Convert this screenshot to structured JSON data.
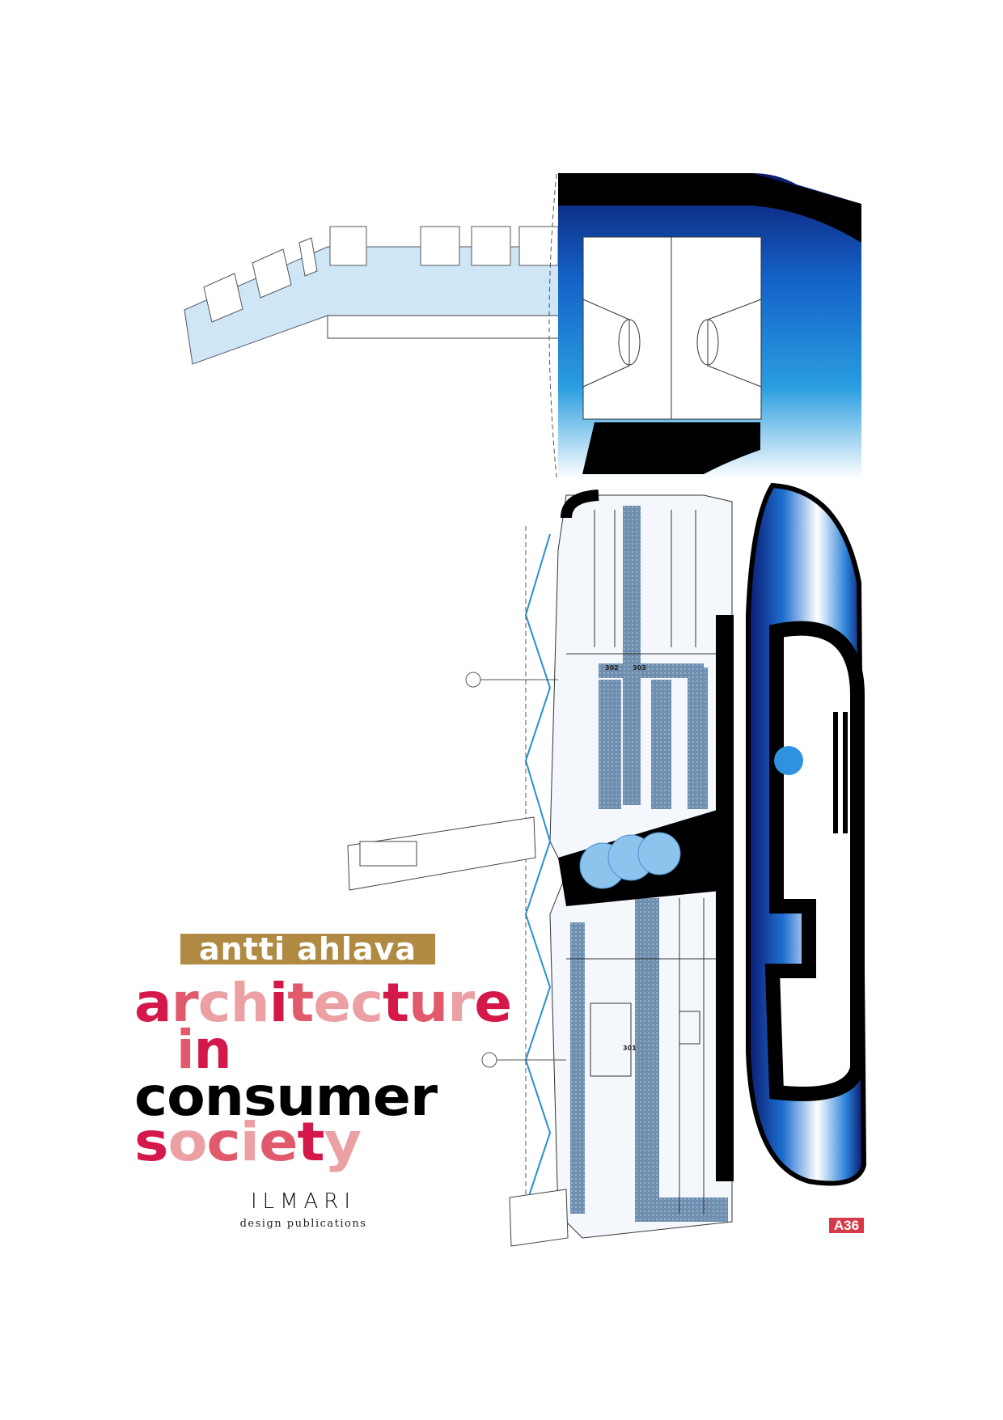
{
  "cover": {
    "author": "antti ahlava",
    "title_lines": [
      "architecture",
      "in",
      "consumer",
      "society"
    ],
    "publisher_logo": "ILMARI",
    "publisher_tagline": "design publications",
    "series_badge": "A36",
    "plan_labels": [
      "302",
      "303",
      "301"
    ]
  },
  "colors": {
    "author_bg": "#b08a42",
    "badge_bg": "#d63a48",
    "crimson": "#d4184a",
    "rose": "#e05a6c",
    "pale_pink": "#eca0a4",
    "plan_blue": "#1a6fc4",
    "light_blue": "#cfe6f7",
    "title_letter_colors": {
      "architecture": [
        "#d4184a",
        "#e05a6c",
        "#eca0a4",
        "#eca0a4",
        "#d4184a",
        "#e05a6c",
        "#eca0a4",
        "#eca0a4",
        "#d4184a",
        "#e05a6c",
        "#eca0a4",
        "#d4184a"
      ],
      "in": [
        "#e05a6c",
        "#d4184a"
      ],
      "consumer": [
        "#000000",
        "#000000",
        "#000000",
        "#000000",
        "#000000",
        "#000000",
        "#000000",
        "#000000"
      ],
      "society": [
        "#d4184a",
        "#eca0a4",
        "#e05a6c",
        "#eca0a4",
        "#e05a6c",
        "#d4184a",
        "#eca0a4"
      ]
    }
  }
}
